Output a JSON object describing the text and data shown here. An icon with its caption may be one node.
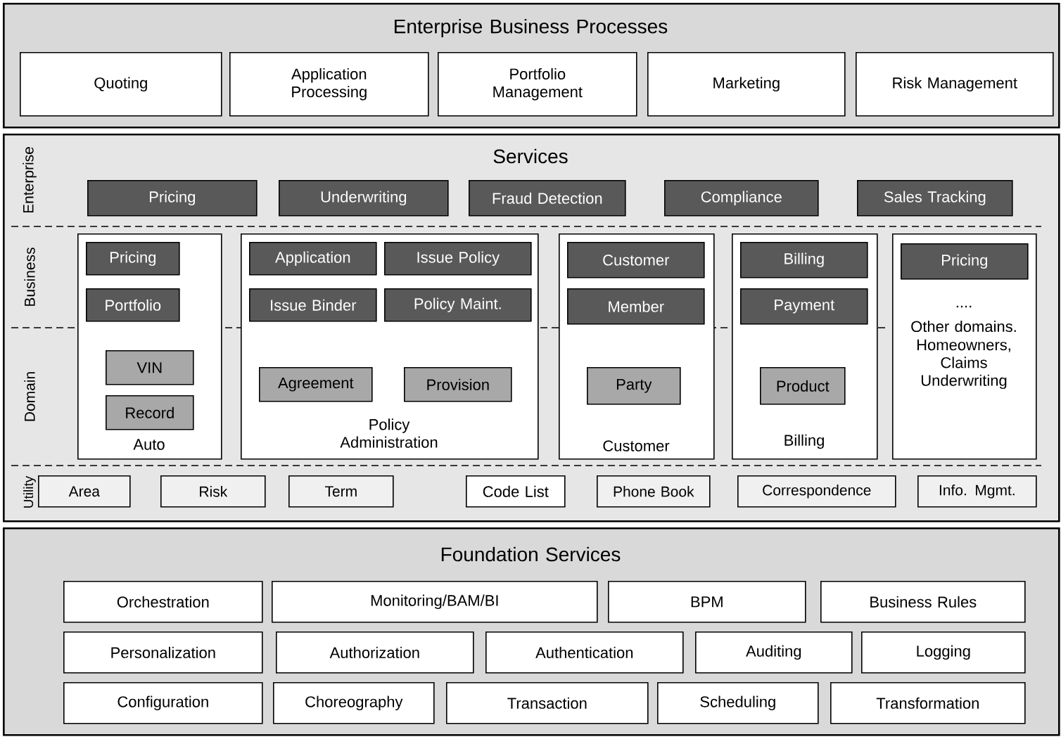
{
  "diagram": {
    "nodes": [
      {
        "text": [
          "Enterprise Business Processes"
        ]
      },
      {
        "text": [
          "Quoting"
        ],
        "in": 0
      },
      {
        "text": [
          "Application Processing"
        ],
        "in": 0
      },
      {
        "text": [
          "Portfolio Management"
        ],
        "in": 0
      },
      {
        "text": [
          "Marketing"
        ],
        "in": 0
      },
      {
        "text": [
          "Risk Management"
        ],
        "in": 0
      },
      {
        "text": [
          "Services"
        ]
      },
      {
        "text": [
          "Pricing"
        ],
        "in": 6
      },
      {
        "text": [
          "Underwriting"
        ],
        "in": 6
      },
      {
        "text": [
          "Fraud Detection"
        ],
        "in": 6
      },
      {
        "text": [
          "Compliance"
        ],
        "in": 6
      },
      {
        "text": [
          "Sales Tracking"
        ],
        "in": 6
      },
      {
        "text": [
          "Auto"
        ],
        "in": 6
      },
      {
        "text": [
          "Pricing"
        ],
        "in": 12
      },
      {
        "text": [
          "Portfolio"
        ],
        "in": 12
      },
      {
        "text": [
          "VIN"
        ],
        "in": 12
      },
      {
        "text": [
          "Record"
        ],
        "in": 12
      },
      {
        "text": [
          "Policy Administration"
        ],
        "in": 6
      },
      {
        "text": [
          "Application"
        ],
        "in": 17
      },
      {
        "text": [
          "Issue Policy"
        ],
        "in": 17
      },
      {
        "text": [
          "Issue Binder"
        ],
        "in": 17
      },
      {
        "text": [
          "Policy Maint."
        ],
        "in": 17
      },
      {
        "text": [
          "Agreement"
        ],
        "in": 17
      },
      {
        "text": [
          "Provision"
        ],
        "in": 17
      },
      {
        "text": [
          "Customer"
        ],
        "in": 6
      },
      {
        "text": [
          "Customer"
        ],
        "in": 24
      },
      {
        "text": [
          "Member"
        ],
        "in": 24
      },
      {
        "text": [
          "Party"
        ],
        "in": 24
      },
      {
        "text": [
          "Billing"
        ],
        "in": 6
      },
      {
        "text": [
          "Billing"
        ],
        "in": 28
      },
      {
        "text": [
          "Payment"
        ],
        "in": 28
      },
      {
        "text": [
          "Product"
        ],
        "in": 28
      },
      {
        "text": [
          "....",
          "Other domains.",
          "Homeowners, Claims Underwriting"
        ],
        "in": 6
      },
      {
        "text": [
          "Pricing"
        ],
        "in": 32
      },
      {
        "text": [
          "Area"
        ],
        "in": 6
      },
      {
        "text": [
          "Risk"
        ],
        "in": 6
      },
      {
        "text": [
          "Term"
        ],
        "in": 6
      },
      {
        "text": [
          "Code List"
        ],
        "in": 6
      },
      {
        "text": [
          "Phone Book"
        ],
        "in": 6
      },
      {
        "text": [
          "Correspondence"
        ],
        "in": 6
      },
      {
        "text": [
          "Info. Mgmt."
        ],
        "in": 6
      },
      {
        "text": [
          "Foundation Services"
        ]
      },
      {
        "text": [
          "Orchestration"
        ],
        "in": 41
      },
      {
        "text": [
          "Monitoring/BAM/BI"
        ],
        "in": 41
      },
      {
        "text": [
          "BPM"
        ],
        "in": 41
      },
      {
        "text": [
          "Business Rules"
        ],
        "in": 41
      },
      {
        "text": [
          "Personalization"
        ],
        "in": 41
      },
      {
        "text": [
          "Authorization"
        ],
        "in": 41
      },
      {
        "text": [
          "Authentication"
        ],
        "in": 41
      },
      {
        "text": [
          "Auditing"
        ],
        "in": 41
      },
      {
        "text": [
          "Logging"
        ],
        "in": 41
      },
      {
        "text": [
          "Configuration"
        ],
        "in": 41
      },
      {
        "text": [
          "Choreography"
        ],
        "in": 41
      },
      {
        "text": [
          "Transaction"
        ],
        "in": 41
      },
      {
        "text": [
          "Scheduling"
        ],
        "in": 41
      },
      {
        "text": [
          "Transformation"
        ],
        "in": 41
      }
    ],
    "labels": [
      "Enterprise",
      "Business",
      "Domain",
      "Utility"
    ]
  }
}
